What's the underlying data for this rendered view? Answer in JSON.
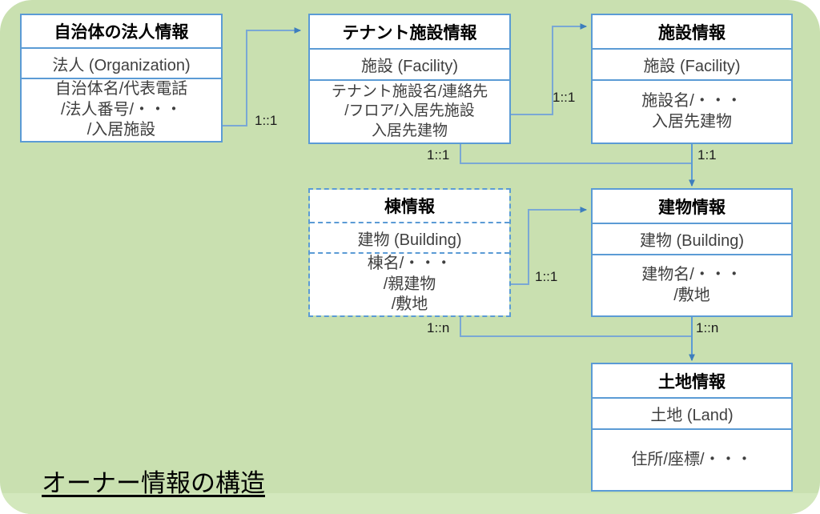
{
  "canvas": {
    "background_color": "#c9e0b0",
    "accent_color": "#5b9bd5",
    "text_color": "#3f3f3f"
  },
  "caption": "オーナー情報の構造",
  "entities": [
    {
      "id": "municipal-org",
      "title": "自治体の法人情報",
      "type": "法人 (Organization)",
      "attributes": "自治体名/代表電話\n/法人番号/・・・\n/入居施設",
      "border_style": "solid"
    },
    {
      "id": "tenant-facility",
      "title": "テナント施設情報",
      "type": "施設 (Facility)",
      "attributes": "テナント施設名/連絡先\n/フロア/入居先施設\n入居先建物",
      "border_style": "solid"
    },
    {
      "id": "facility",
      "title": "施設情報",
      "type": "施設 (Facility)",
      "attributes": "施設名/・・・\n入居先建物",
      "border_style": "solid"
    },
    {
      "id": "wing",
      "title": "棟情報",
      "type": "建物 (Building)",
      "attributes": "棟名/・・・\n/親建物\n/敷地",
      "border_style": "dashed"
    },
    {
      "id": "building",
      "title": "建物情報",
      "type": "建物 (Building)",
      "attributes": "建物名/・・・\n/敷地",
      "border_style": "solid"
    },
    {
      "id": "land",
      "title": "土地情報",
      "type": "土地 (Land)",
      "attributes": "住所/座標/・・・",
      "border_style": "solid"
    }
  ],
  "relations": [
    {
      "id": "org-to-tenant",
      "from": "municipal-org",
      "to": "tenant-facility",
      "label": "1::1"
    },
    {
      "id": "tenant-to-facility",
      "from": "tenant-facility",
      "to": "facility",
      "label": "1::1"
    },
    {
      "id": "tenant-to-building",
      "from": "tenant-facility",
      "to": "building",
      "label": "1::1"
    },
    {
      "id": "facility-to-building",
      "from": "facility",
      "to": "building",
      "label": "1:1"
    },
    {
      "id": "wing-to-building",
      "from": "wing",
      "to": "building",
      "label": "1::1"
    },
    {
      "id": "wing-to-land",
      "from": "wing",
      "to": "land",
      "label": "1::n"
    },
    {
      "id": "building-to-land",
      "from": "building",
      "to": "land",
      "label": "1::n"
    }
  ]
}
